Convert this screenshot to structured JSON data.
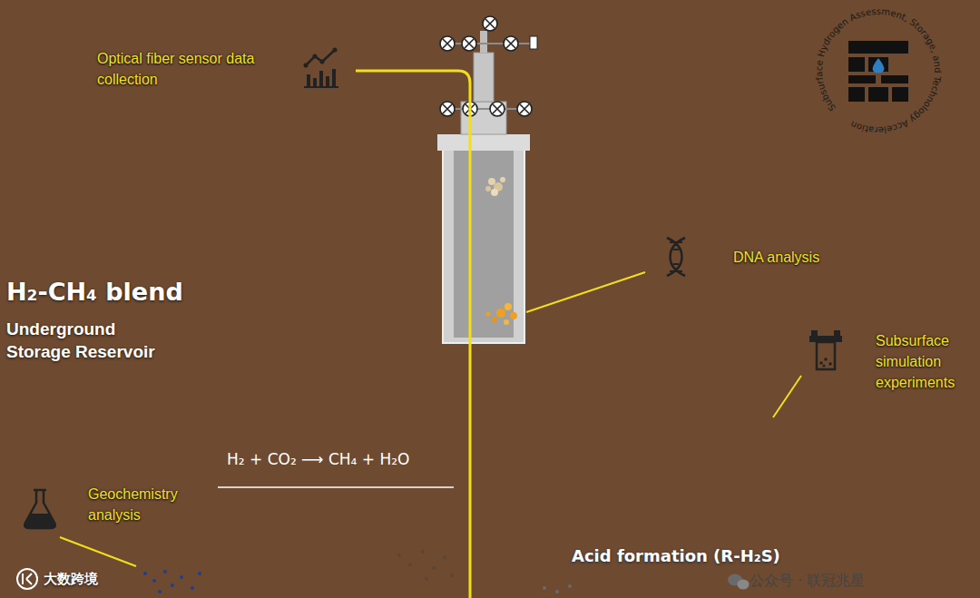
{
  "diagram": {
    "nodes": [
      {
        "text": [
          "Optical fiber sensor data collection"
        ]
      },
      {
        "text": [
          "DNA analysis"
        ]
      },
      {
        "text": [
          "Subsurface simulation experiments"
        ]
      },
      {
        "text": [
          "H₂ + CO₂ ⟶ CH₄ + H₂O"
        ]
      },
      {
        "text": [
          "Geochemistry analysis"
        ]
      },
      {
        "text": [
          "Acid formation (R-H₂S)"
        ]
      }
    ],
    "labels": [
      "H₂-CH₄ blend",
      "Underground Storage Reservoir",
      "Subsurface Hydrogen Assessment, Storage, and Technology Acceleration",
      "公众号 · 联冠兆星",
      "大数跨境"
    ]
  }
}
